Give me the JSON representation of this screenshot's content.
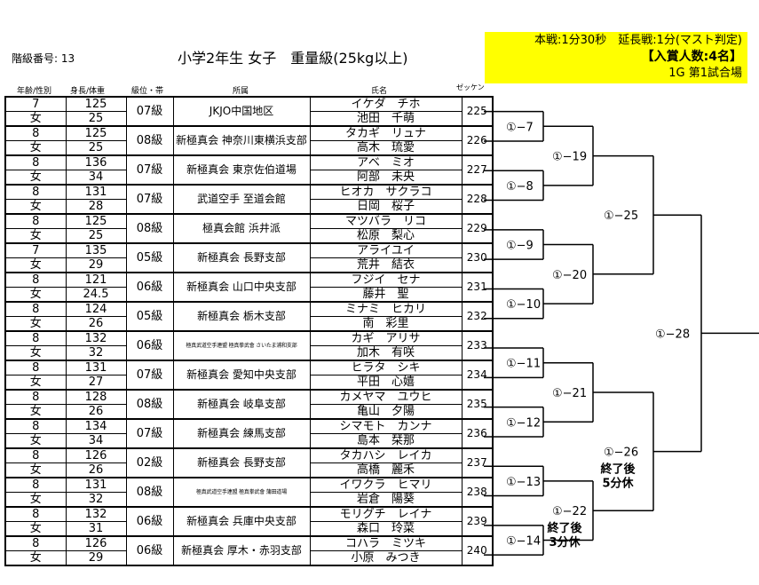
{
  "header": {
    "division_label": "階級番号:",
    "division_number": "13",
    "title": "小学2年生 女子　重量級(25kg以上)"
  },
  "info": {
    "line1": "本戦:1分30秒　延長戦:1分(マスト判定)",
    "line2": "【入賞人数:4名】",
    "line3": "1G 第1試合場"
  },
  "columns": {
    "age_sex": "年齢/性別",
    "height_weight": "身長/体重",
    "grade": "級位・帯",
    "club": "所属",
    "name": "氏名",
    "bib": "ゼッケン"
  },
  "entries": [
    {
      "age": "7",
      "sex": "女",
      "height": "125",
      "weight": "25",
      "grade": "07級",
      "club": "JKJO中国地区",
      "kana": "イケダ　チホ",
      "kanji": "池田　千萌",
      "bib": "225"
    },
    {
      "age": "8",
      "sex": "女",
      "height": "125",
      "weight": "25",
      "grade": "08級",
      "club": "新極真会 神奈川東横浜支部",
      "kana": "タカギ　リュナ",
      "kanji": "高木　琉愛",
      "bib": "226"
    },
    {
      "age": "8",
      "sex": "女",
      "height": "136",
      "weight": "34",
      "grade": "07級",
      "club": "新極真会 東京佐伯道場",
      "kana": "アベ　ミオ",
      "kanji": "阿部　未央",
      "bib": "227"
    },
    {
      "age": "8",
      "sex": "女",
      "height": "131",
      "weight": "28",
      "grade": "07級",
      "club": "武道空手 至道会館",
      "kana": "ヒオカ　サクラコ",
      "kanji": "日岡　桜子",
      "bib": "228"
    },
    {
      "age": "8",
      "sex": "女",
      "height": "125",
      "weight": "25",
      "grade": "08級",
      "club": "極真会館 浜井派",
      "kana": "マツバラ　リコ",
      "kanji": "松原　梨心",
      "bib": "229"
    },
    {
      "age": "7",
      "sex": "女",
      "height": "135",
      "weight": "29",
      "grade": "05級",
      "club": "新極真会 長野支部",
      "kana": "アライユイ",
      "kanji": "荒井　結衣",
      "bib": "230"
    },
    {
      "age": "8",
      "sex": "女",
      "height": "121",
      "weight": "24.5",
      "grade": "06級",
      "club": "新極真会 山口中央支部",
      "kana": "フジイ　セナ",
      "kanji": "藤井　聖",
      "bib": "231"
    },
    {
      "age": "8",
      "sex": "女",
      "height": "124",
      "weight": "26",
      "grade": "05級",
      "club": "新極真会 栃木支部",
      "kana": "ミナミ　ヒカリ",
      "kanji": "南　彩里",
      "bib": "232"
    },
    {
      "age": "8",
      "sex": "女",
      "height": "132",
      "weight": "32",
      "grade": "06級",
      "club": "極真武道空手連盟 極真拳武會 さいたま浦和支部",
      "kana": "カギ　アリサ",
      "kanji": "加木　有咲",
      "bib": "233",
      "club_small": true
    },
    {
      "age": "8",
      "sex": "女",
      "height": "131",
      "weight": "27",
      "grade": "07級",
      "club": "新極真会 愛知中央支部",
      "kana": "ヒラタ　シキ",
      "kanji": "平田　心嬉",
      "bib": "234"
    },
    {
      "age": "8",
      "sex": "女",
      "height": "128",
      "weight": "26",
      "grade": "08級",
      "club": "新極真会 岐阜支部",
      "kana": "カメヤマ　ユウヒ",
      "kanji": "亀山　夕陽",
      "bib": "235"
    },
    {
      "age": "8",
      "sex": "女",
      "height": "134",
      "weight": "34",
      "grade": "07級",
      "club": "新極真会 練馬支部",
      "kana": "シマモト　カンナ",
      "kanji": "島本　栞那",
      "bib": "236"
    },
    {
      "age": "8",
      "sex": "女",
      "height": "126",
      "weight": "26",
      "grade": "02級",
      "club": "新極真会 長野支部",
      "kana": "タカハシ　レイカ",
      "kanji": "高橋　麗禾",
      "bib": "237"
    },
    {
      "age": "8",
      "sex": "女",
      "height": "131",
      "weight": "32",
      "grade": "08級",
      "club": "極真武道空手連盟 極真拳武會 蒲田道場",
      "kana": "イワクラ　ヒマリ",
      "kanji": "岩倉　陽葵",
      "bib": "238",
      "club_small": true
    },
    {
      "age": "8",
      "sex": "女",
      "height": "132",
      "weight": "31",
      "grade": "06級",
      "club": "新極真会 兵庫中央支部",
      "kana": "モリグチ　レイナ",
      "kanji": "森口　玲菜",
      "bib": "239"
    },
    {
      "age": "8",
      "sex": "女",
      "height": "126",
      "weight": "29",
      "grade": "06級",
      "club": "新極真会 厚木・赤羽支部",
      "kana": "コハラ　ミツキ",
      "kanji": "小原　みつき",
      "bib": "240"
    }
  ],
  "matches": {
    "r1": [
      "①−7",
      "①−8",
      "①−9",
      "①−10",
      "①−11",
      "①−12",
      "①−13",
      "①−14"
    ],
    "r2": [
      "①−19",
      "①−20",
      "①−21",
      "①−22"
    ],
    "r3": [
      "①−25",
      "①−26"
    ],
    "r4": [
      "①−28"
    ]
  },
  "notes": {
    "after_22": "終了後\n3分休",
    "after_26": "終了後\n5分休"
  }
}
